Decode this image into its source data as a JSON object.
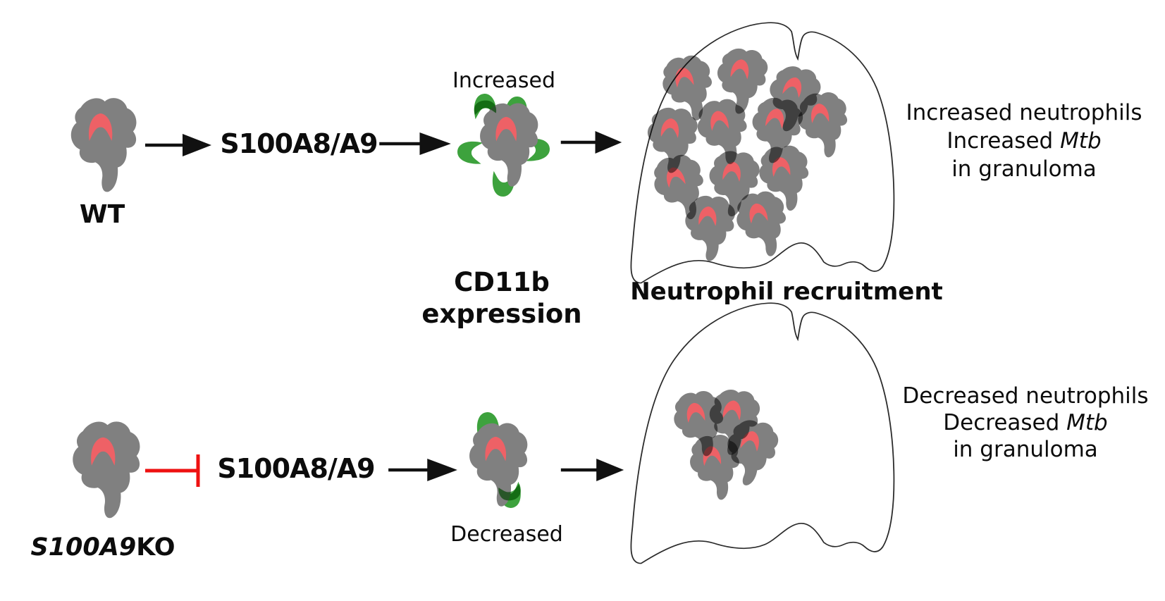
{
  "wt": {
    "label": "WT",
    "mediator": "S100A8/A9",
    "expression": "Increased",
    "outcome1": "Increased neutrophils",
    "outcome2_prefix": "Increased ",
    "outcome2_italic": "Mtb",
    "outcome3": "in granuloma",
    "neutrophils_in_granuloma": 12
  },
  "ko": {
    "label_italic": "S100A9",
    "label_rest": "KO",
    "mediator": "S100A8/A9",
    "expression": "Decreased",
    "outcome1": "Decreased neutrophils",
    "outcome2_prefix": "Decreased ",
    "outcome2_italic": "Mtb",
    "outcome3": "in granuloma",
    "neutrophils_in_granuloma": 4
  },
  "labels": {
    "cd11b_line1": "CD11b",
    "cd11b_line2": "expression",
    "recruitment": "Neutrophil recruitment"
  },
  "colors": {
    "cell_gray": "#808080",
    "nucleus_red": "#ee6166",
    "receptor_green": "#3da23d",
    "inhibition_red": "#ee1111",
    "outline_black": "#2b2b2b",
    "arrow_black": "#111111"
  }
}
